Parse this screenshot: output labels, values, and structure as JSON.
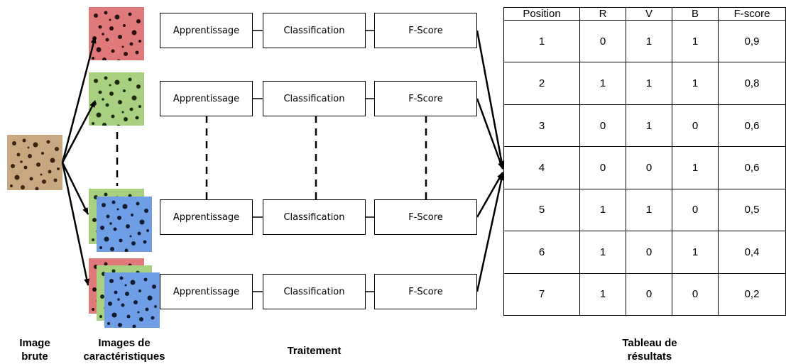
{
  "captions": {
    "raw_image": [
      "Image",
      "brute"
    ],
    "feature_images": [
      "Images de",
      "caractéristiques"
    ],
    "processing": "Traitement",
    "results_table": [
      "Tableau de",
      "résultats"
    ]
  },
  "pipeline_rows": [
    {
      "learning": "Apprentissage",
      "classification": "Classification",
      "fscore": "F-Score"
    },
    {
      "learning": "Apprentissage",
      "classification": "Classification",
      "fscore": "F-Score"
    },
    {
      "learning": "Apprentissage",
      "classification": "Classification",
      "fscore": "F-Score"
    },
    {
      "learning": "Apprentissage",
      "classification": "Classification",
      "fscore": "F-Score"
    }
  ],
  "feature_colors": {
    "raw": "#c8a880",
    "red": "#e07a7a",
    "green": "#a8d080",
    "blue": "#6f9ee6"
  },
  "results": {
    "headers": [
      "Position",
      "R",
      "V",
      "B",
      "F-score"
    ],
    "rows": [
      [
        "1",
        "0",
        "1",
        "1",
        "0,9"
      ],
      [
        "2",
        "1",
        "1",
        "1",
        "0,8"
      ],
      [
        "3",
        "0",
        "1",
        "0",
        "0,6"
      ],
      [
        "4",
        "0",
        "0",
        "1",
        "0,6"
      ],
      [
        "5",
        "1",
        "1",
        "0",
        "0,5"
      ],
      [
        "6",
        "1",
        "0",
        "1",
        "0,4"
      ],
      [
        "7",
        "1",
        "0",
        "0",
        "0,2"
      ]
    ]
  }
}
